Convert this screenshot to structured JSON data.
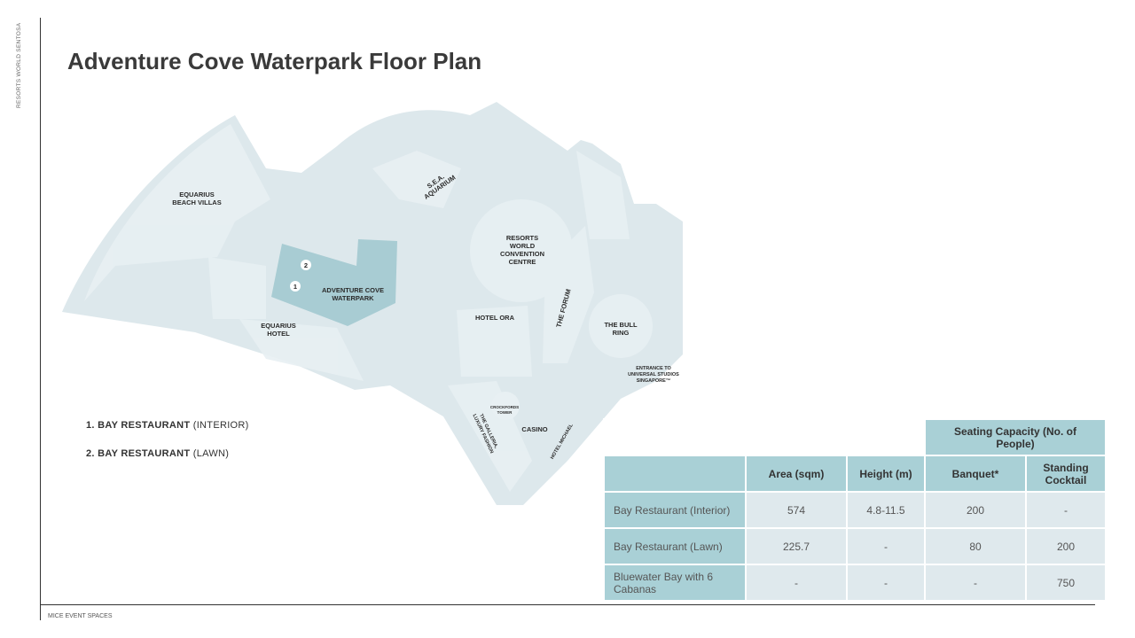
{
  "brand": "RESORTS WORLD SENTOSA",
  "title": "Adventure Cove Waterpark Floor Plan",
  "footer": "MICE EVENT SPACES",
  "map": {
    "labels": {
      "equarius_villas": [
        "EQUARIUS",
        "BEACH VILLAS"
      ],
      "sea_aquarium": [
        "S.E.A.",
        "AQUARIUM"
      ],
      "rwcc": [
        "RESORTS",
        "WORLD",
        "CONVENTION",
        "CENTRE"
      ],
      "acw": [
        "ADVENTURE COVE",
        "WATERPARK"
      ],
      "equarius_hotel": [
        "EQUARIUS",
        "HOTEL"
      ],
      "hotel_ora": "HOTEL ORA",
      "forum": "THE FORUM",
      "bull_ring": [
        "THE BULL",
        "RING"
      ],
      "uss": [
        "ENTRANCE TO",
        "UNIVERSAL STUDIOS",
        "SINGAPORE™"
      ],
      "crockfords": [
        "CROCKFORDS",
        "TOWER"
      ],
      "galleria": [
        "THE GALLERIA,",
        "LUXURY FASHION"
      ],
      "casino": "CASINO",
      "hotel_michael": "HOTEL MICHAEL"
    },
    "markers": [
      "1",
      "2"
    ],
    "colors": {
      "base": "#dde8ec",
      "highlight": "#a8ccd3"
    }
  },
  "legend": [
    {
      "num": "1.",
      "name": "BAY RESTAURANT",
      "detail": "(INTERIOR)"
    },
    {
      "num": "2.",
      "name": "BAY RESTAURANT",
      "detail": "(LAWN)"
    }
  ],
  "table": {
    "group_header": "Seating Capacity (No. of People)",
    "headers": [
      "Area (sqm)",
      "Height (m)",
      "Banquet*",
      "Standing Cocktail"
    ],
    "rows": [
      {
        "name": "Bay Restaurant (Interior)",
        "values": [
          "574",
          "4.8-11.5",
          "200",
          "-"
        ]
      },
      {
        "name": "Bay Restaurant (Lawn)",
        "values": [
          "225.7",
          "-",
          "80",
          "200"
        ]
      },
      {
        "name": "Bluewater Bay with 6 Cabanas",
        "values": [
          "-",
          "-",
          "-",
          "750"
        ]
      }
    ]
  }
}
